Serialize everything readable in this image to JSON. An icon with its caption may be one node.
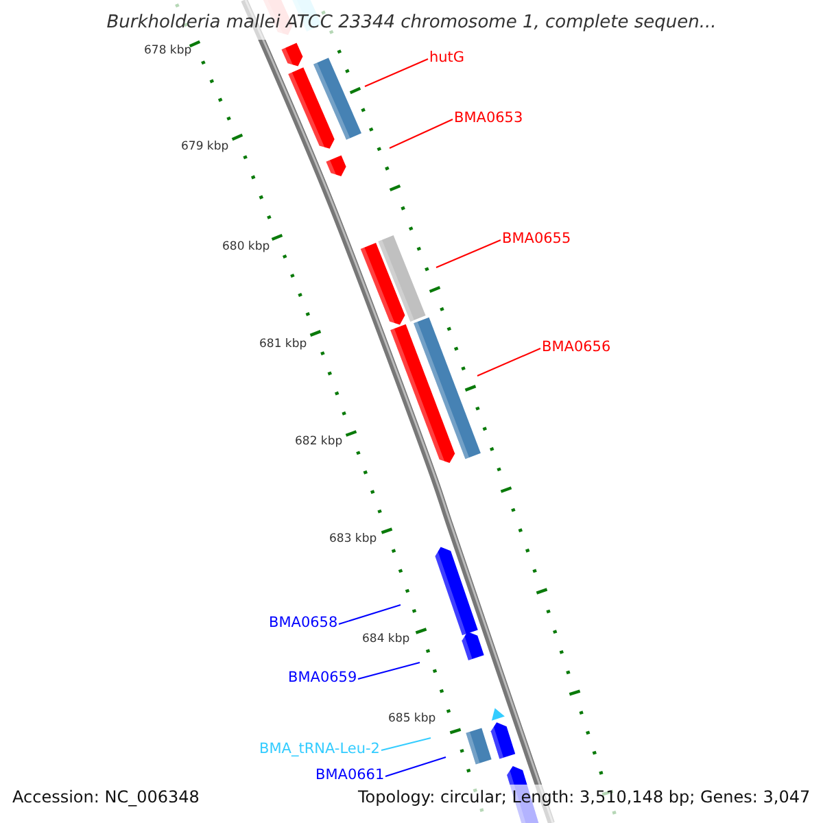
{
  "diagram": {
    "title": "Burkholderia mallei ATCC 23344 chromosome 1, complete sequen...",
    "nodes": [
      {
        "text": [
          "hutG"
        ]
      },
      {
        "text": [
          "BMA0653"
        ]
      },
      {
        "text": [
          "BMA0655"
        ]
      },
      {
        "text": [
          "BMA0656"
        ]
      },
      {
        "text": [
          "BMA0658"
        ]
      },
      {
        "text": [
          "BMA0659"
        ]
      },
      {
        "text": [
          "BMA_tRNA-Leu-2"
        ]
      },
      {
        "text": [
          "BMA0661"
        ]
      }
    ],
    "edges": [
      {
        "from": 0,
        "to": null,
        "arrow": "none",
        "color": "#ff0000"
      },
      {
        "from": 1,
        "to": null,
        "arrow": "none",
        "color": "#ff0000"
      },
      {
        "from": 2,
        "to": null,
        "arrow": "none",
        "color": "#ff0000"
      },
      {
        "from": 3,
        "to": null,
        "arrow": "none",
        "color": "#ff0000"
      },
      {
        "from": 4,
        "to": null,
        "arrow": "none",
        "color": "#0000ff"
      },
      {
        "from": 5,
        "to": null,
        "arrow": "none",
        "color": "#0000ff"
      },
      {
        "from": 6,
        "to": null,
        "arrow": "none",
        "color": "#33ccff"
      },
      {
        "from": 7,
        "to": null,
        "arrow": "none",
        "color": "#0000ff"
      }
    ],
    "labels": [
      "678 kbp",
      "679 kbp",
      "680 kbp",
      "681 kbp",
      "682 kbp",
      "683 kbp",
      "684 kbp",
      "685 kbp",
      "Accession: NC_006348",
      "Topology: circular; Length: 3,510,148 bp; Genes: 3,047"
    ]
  }
}
